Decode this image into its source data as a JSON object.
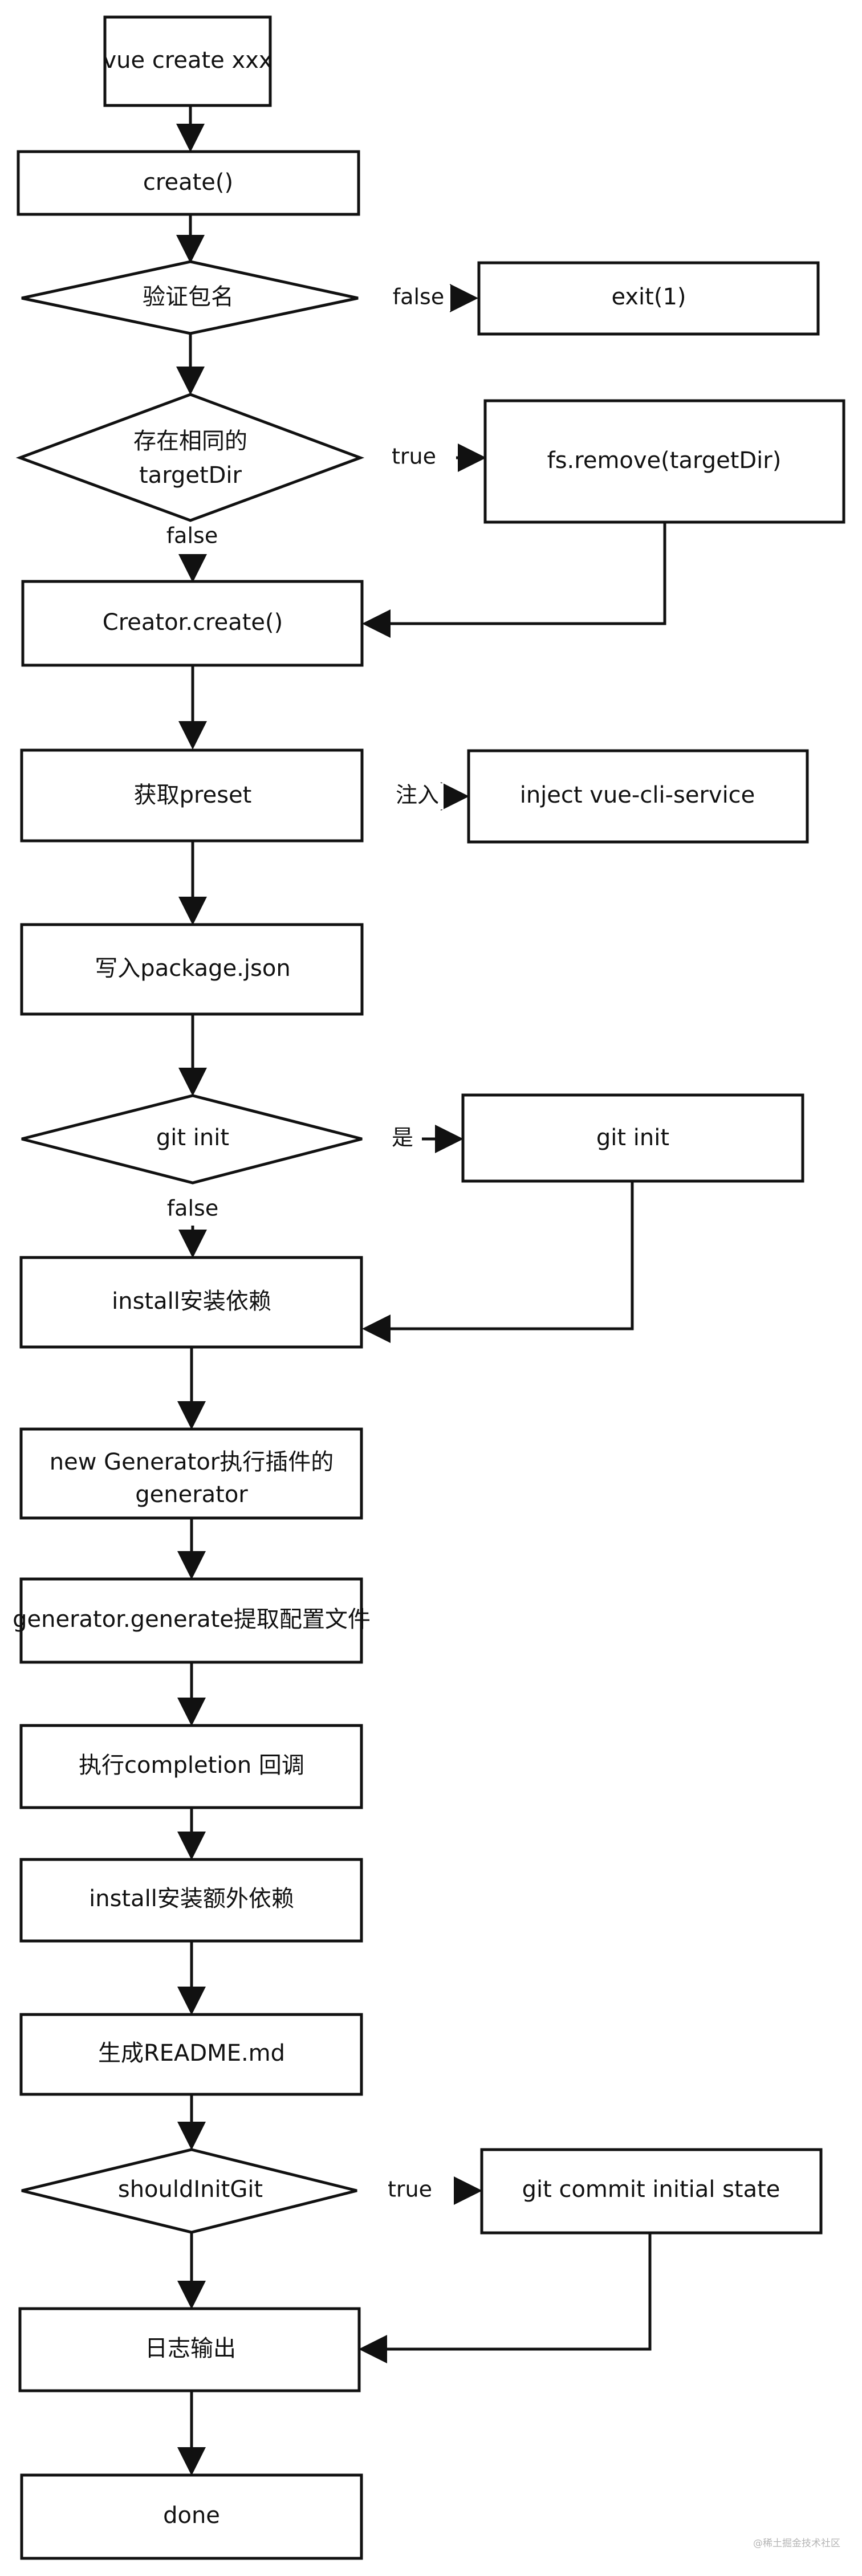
{
  "nodes": {
    "start": "vue create xxx",
    "create": "create()",
    "validate_name": "验证包名",
    "exit": "exit(1)",
    "same_dir_line1": "存在相同的",
    "same_dir_line2": "targetDir",
    "fs_remove": "fs.remove(targetDir)",
    "creator_create": "Creator.create()",
    "get_preset": "获取preset",
    "inject_service": "inject vue-cli-service",
    "write_package": "写入package.json",
    "git_init_check": "git init",
    "git_init_action": "git init",
    "install_deps": "install安装依赖",
    "new_generator_line1": "new Generator执行插件的",
    "new_generator_line2": "generator",
    "generator_generate": "generator.generate提取配置文件",
    "completion_callback": "执行completion 回调",
    "install_extra": "install安装额外依赖",
    "readme": "生成README.md",
    "should_init_git": "shouldInitGit",
    "git_commit": "git commit initial state",
    "log_output": "日志输出",
    "done": "done"
  },
  "edge_labels": {
    "validate_false": "false",
    "same_dir_true": "true",
    "same_dir_false": "false",
    "inject": "注入",
    "git_yes": "是",
    "git_false": "false",
    "init_git_true": "true"
  },
  "watermark": "@稀土掘金技术社区",
  "colors": {
    "stroke": "#111111",
    "text": "#111111",
    "background": "#ffffff",
    "watermark": "#b5b5b5"
  }
}
